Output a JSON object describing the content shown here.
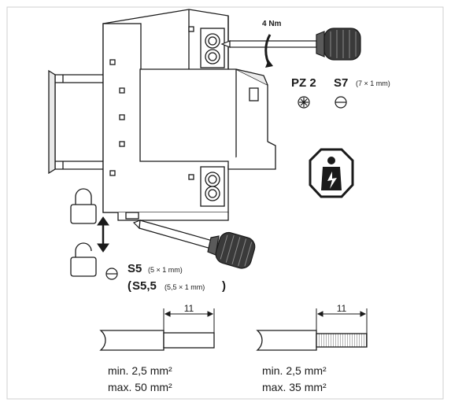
{
  "torque": {
    "value": "4 Nm"
  },
  "drivers_top": {
    "pz": {
      "name": "PZ 2"
    },
    "slot": {
      "name": "S7",
      "size": "(7 × 1 mm)"
    }
  },
  "drivers_bottom": {
    "primary": {
      "name": "S5",
      "size": "(5 × 1 mm)"
    },
    "alternative": {
      "open": "(",
      "name": "S5,5",
      "size": "(5,5 × 1 mm)",
      "close": ")"
    }
  },
  "strip": {
    "left": {
      "length": "11",
      "min": "min. 2,5 mm²",
      "max": "max. 50 mm²"
    },
    "right": {
      "length": "11",
      "min": "min. 2,5 mm²",
      "max": "max. 35 mm²"
    }
  },
  "icons": [
    "lock-closed-icon",
    "lock-open-icon",
    "electrician-warning-icon",
    "phillips-head-icon",
    "slotted-head-icon"
  ],
  "colors": {
    "line": "#1a1a1a",
    "frame": "#cfcfcf",
    "handle": "#3a3a3a",
    "body": "#ffffff"
  }
}
